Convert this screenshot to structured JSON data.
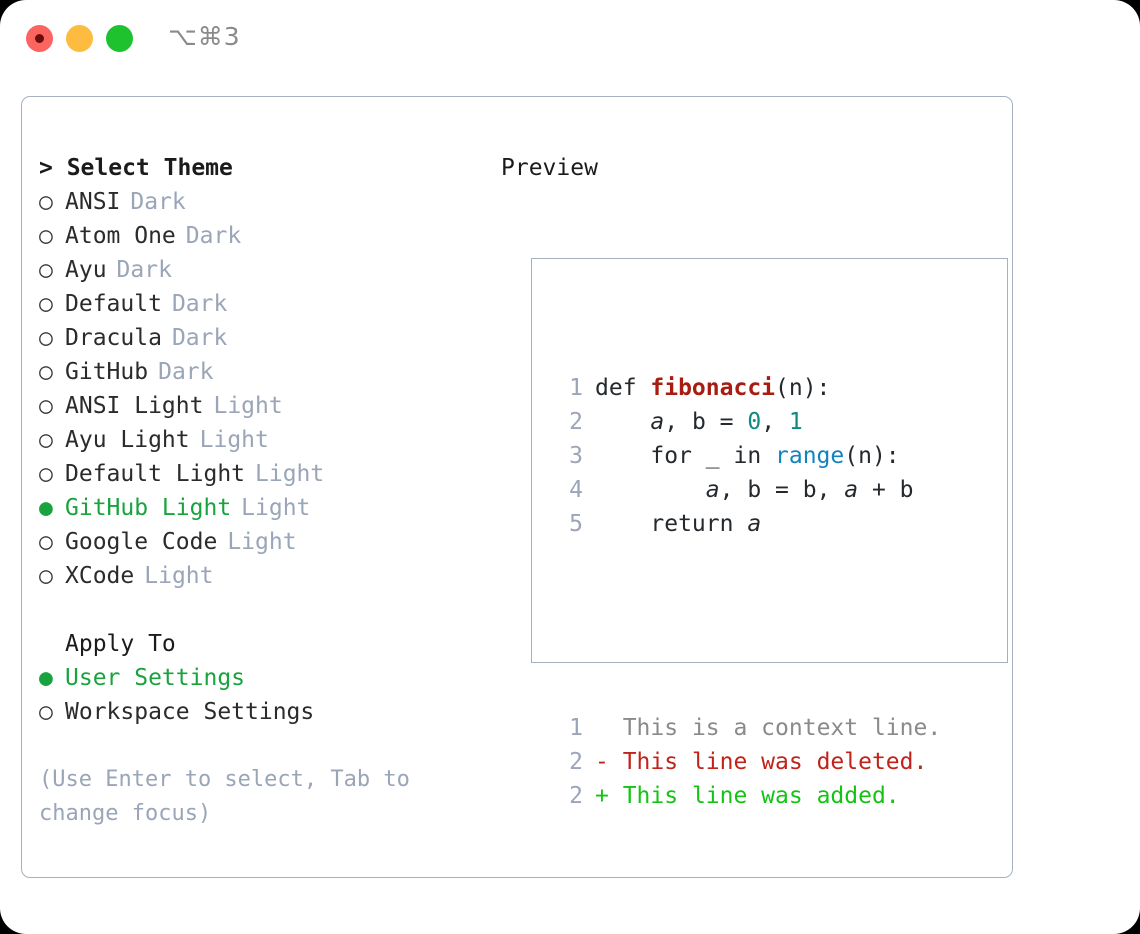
{
  "titlebar": {
    "shortcut": "⌥⌘3",
    "lights": [
      {
        "name": "close",
        "color": "#fc645f",
        "recording_dot": true
      },
      {
        "name": "minimize",
        "color": "#fdbc40",
        "recording_dot": false
      },
      {
        "name": "zoom",
        "color": "#1ec22e",
        "recording_dot": false
      }
    ]
  },
  "theme_panel": {
    "title": "> Select Theme",
    "options": [
      {
        "marker": "○",
        "label": "ANSI",
        "tag": "Dark",
        "selected": false
      },
      {
        "marker": "○",
        "label": "Atom One",
        "tag": "Dark",
        "selected": false
      },
      {
        "marker": "○",
        "label": "Ayu",
        "tag": "Dark",
        "selected": false
      },
      {
        "marker": "○",
        "label": "Default",
        "tag": "Dark",
        "selected": false
      },
      {
        "marker": "○",
        "label": "Dracula",
        "tag": "Dark",
        "selected": false
      },
      {
        "marker": "○",
        "label": "GitHub",
        "tag": "Dark",
        "selected": false
      },
      {
        "marker": "○",
        "label": "ANSI Light",
        "tag": "Light",
        "selected": false
      },
      {
        "marker": "○",
        "label": "Ayu Light",
        "tag": "Light",
        "selected": false
      },
      {
        "marker": "○",
        "label": "Default Light",
        "tag": "Light",
        "selected": false
      },
      {
        "marker": "●",
        "label": "GitHub Light",
        "tag": "Light",
        "selected": true
      },
      {
        "marker": "○",
        "label": "Google Code",
        "tag": "Light",
        "selected": false
      },
      {
        "marker": "○",
        "label": "XCode",
        "tag": "Light",
        "selected": false
      }
    ]
  },
  "apply_to": {
    "heading": "Apply To",
    "options": [
      {
        "marker": "●",
        "label": "User Settings",
        "selected": true
      },
      {
        "marker": "○",
        "label": "Workspace Settings",
        "selected": false
      }
    ]
  },
  "hint": "(Use Enter to select, Tab to change focus)",
  "preview": {
    "title": "Preview",
    "code_lines": [
      {
        "number": "1",
        "tokens": [
          {
            "text": "def ",
            "kind": "kw"
          },
          {
            "text": "fibonacci",
            "kind": "fn"
          },
          {
            "text": "(n):",
            "kind": "plain"
          }
        ]
      },
      {
        "number": "2",
        "tokens": [
          {
            "text": "    ",
            "kind": "plain"
          },
          {
            "text": "a",
            "kind": "var"
          },
          {
            "text": ", ",
            "kind": "plain"
          },
          {
            "text": "b",
            "kind": "plain"
          },
          {
            "text": " = ",
            "kind": "plain"
          },
          {
            "text": "0",
            "kind": "num"
          },
          {
            "text": ", ",
            "kind": "plain"
          },
          {
            "text": "1",
            "kind": "num"
          }
        ]
      },
      {
        "number": "3",
        "tokens": [
          {
            "text": "    for _ in ",
            "kind": "plain"
          },
          {
            "text": "range",
            "kind": "call"
          },
          {
            "text": "(n):",
            "kind": "plain"
          }
        ]
      },
      {
        "number": "4",
        "tokens": [
          {
            "text": "        ",
            "kind": "plain"
          },
          {
            "text": "a",
            "kind": "var"
          },
          {
            "text": ", b = b, ",
            "kind": "plain"
          },
          {
            "text": "a",
            "kind": "var"
          },
          {
            "text": " + b",
            "kind": "plain"
          }
        ]
      },
      {
        "number": "5",
        "tokens": [
          {
            "text": "    return ",
            "kind": "plain"
          },
          {
            "text": "a",
            "kind": "var"
          }
        ]
      }
    ],
    "diff_lines": [
      {
        "number": "1",
        "sign": " ",
        "text": " This is a context line.",
        "kind": "context"
      },
      {
        "number": "2",
        "sign": "-",
        "text": " This line was deleted.",
        "kind": "deleted"
      },
      {
        "number": "2",
        "sign": "+",
        "text": " This line was added.",
        "kind": "added"
      }
    ]
  },
  "colors": {
    "accent_green": "#19a33e",
    "muted": "#9aa5b8",
    "border": "#a6b0c0",
    "diff_added": "#14c414",
    "diff_deleted": "#c1231a",
    "syntax_function": "#a71d12",
    "syntax_call": "#1184c0",
    "syntax_number": "#0f8a82"
  }
}
